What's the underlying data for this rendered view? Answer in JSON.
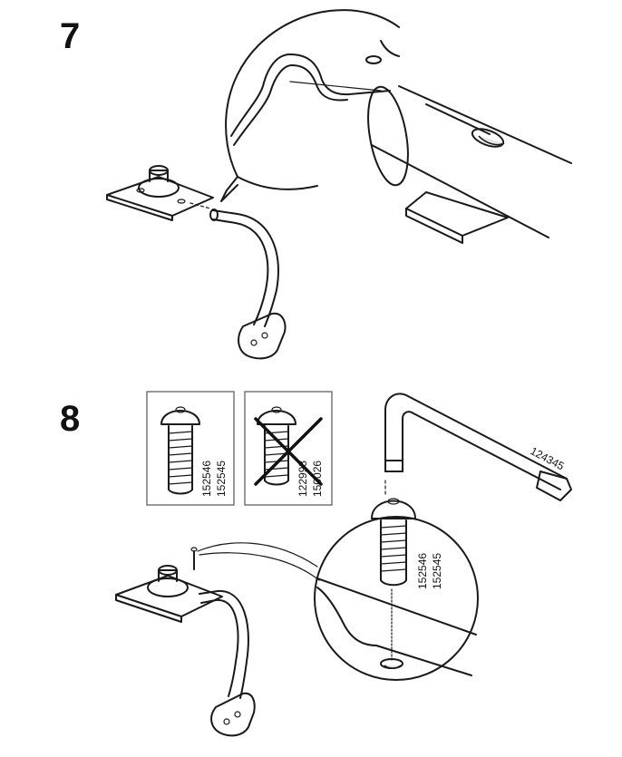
{
  "steps": [
    {
      "number": "7"
    },
    {
      "number": "8"
    }
  ],
  "parts": {
    "screw_ok_codes": [
      "152546",
      "152545"
    ],
    "screw_wrong_codes": [
      "122993",
      "150026"
    ],
    "screw_detail_codes": [
      "152546",
      "152545"
    ],
    "allen_key_code": "124345"
  },
  "icons": [
    "seat-bracket",
    "curved-leg",
    "rail-tube",
    "allen-key",
    "screw",
    "cross-mark"
  ]
}
